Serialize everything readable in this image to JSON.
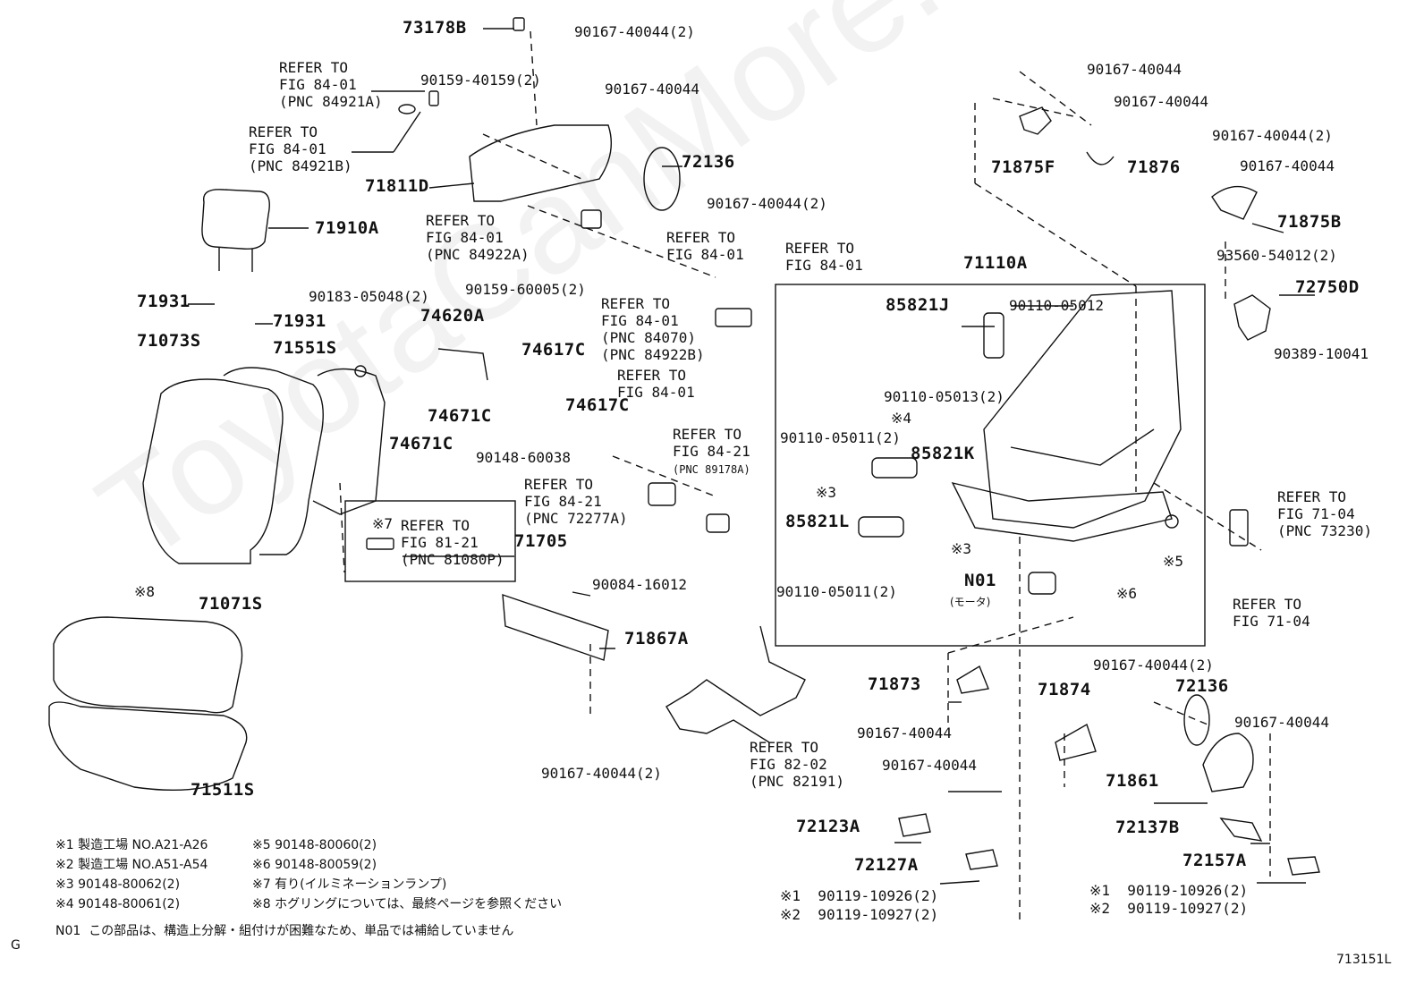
{
  "watermark": "ToyotaCanMore.ru",
  "parts": {
    "p73178B": "73178B",
    "p90167_40044_2_top": "90167-40044(2)",
    "p90159_40159_2": "90159-40159(2)",
    "p90167_40044_a": "90167-40044",
    "p71811D": "71811D",
    "p72136_a": "72136",
    "p90167_40044_2_b": "90167-40044(2)",
    "p71910A": "71910A",
    "p71931_a": "71931",
    "p71931_b": "71931",
    "p71073S": "71073S",
    "p71551S": "71551S",
    "p90183_05048_2": "90183-05048(2)",
    "p90159_60005_2": "90159-60005(2)",
    "p74620A": "74620A",
    "p74617C_a": "74617C",
    "p74617C_b": "74617C",
    "p74671C_a": "74671C",
    "p74671C_b": "74671C",
    "p90148_60038": "90148-60038",
    "p71705": "71705",
    "p71071S": "71071S",
    "p71511S": "71511S",
    "p90084_16012": "90084-16012",
    "p71867A": "71867A",
    "p90167_40044_2_c": "90167-40044(2)",
    "p90167_40044_r1": "90167-40044",
    "p90167_40044_r2": "90167-40044",
    "p90167_40044_2_r3": "90167-40044(2)",
    "p90167_40044_r4": "90167-40044",
    "p71875F": "71875F",
    "p71876": "71876",
    "p71875B": "71875B",
    "p93560_54012_2": "93560-54012(2)",
    "p72750D": "72750D",
    "p90389_10041": "90389-10041",
    "p71110A": "71110A",
    "p85821J": "85821J",
    "p90110_05012": "90110-05012",
    "p90110_05013_2": "90110-05013(2)",
    "p90110_05011_2_a": "90110-05011(2)",
    "p85821K": "85821K",
    "p85821L": "85821L",
    "p90110_05011_2_b": "90110-05011(2)",
    "pN01": "N01",
    "pMotor": "(モータ)",
    "p71873": "71873",
    "p90167_40044_m1": "90167-40044",
    "p90167_40044_m2": "90167-40044",
    "p71874": "71874",
    "p90167_40044_2_d": "90167-40044(2)",
    "p72136_b": "72136",
    "p90167_40044_m3": "90167-40044",
    "p71861": "71861",
    "p72123A": "72123A",
    "p72127A": "72127A",
    "p72137B": "72137B",
    "p72157A": "72157A",
    "s1a": "※1  90119-10926(2)",
    "s2a": "※2  90119-10927(2)",
    "s1b": "※1  90119-10926(2)",
    "s2b": "※2  90119-10927(2)",
    "x4": "※4",
    "x3a": "※3",
    "x3b": "※3",
    "x5": "※5",
    "x6": "※6",
    "x8": "※8",
    "x7": "※7"
  },
  "refs": {
    "r1": "REFER TO\nFIG 84-01\n(PNC 84921A)",
    "r2": "REFER TO\nFIG 84-01\n(PNC 84921B)",
    "r3": "REFER TO\nFIG 84-01\n(PNC 84922A)",
    "r4": "REFER TO\nFIG 84-01",
    "r5": "REFER TO\nFIG 84-01",
    "r6": "REFER TO\nFIG 84-01\n(PNC 84070)\n(PNC 84922B)",
    "r7": "REFER TO\nFIG 84-01",
    "r8a": "REFER TO\nFIG 84-21",
    "r8b": "(PNC 89178A)",
    "r9": "REFER TO\nFIG 84-21\n(PNC 72277A)",
    "r10": "REFER TO\nFIG 81-21\n(PNC 81080P)",
    "r11": "REFER TO\nFIG 82-02\n(PNC 82191)",
    "r12": "REFER TO\nFIG 71-04\n(PNC 73230)",
    "r13": "REFER TO\nFIG 71-04"
  },
  "notes": {
    "n1": "※1 製造工場 NO.A21-A26",
    "n2": "※2 製造工場 NO.A51-A54",
    "n3": "※3 90148-80062(2)",
    "n4": "※4 90148-80061(2)",
    "n5": "※5 90148-80060(2)",
    "n6": "※6 90148-80059(2)",
    "n7": "※7 有り(イルミネーションランプ)",
    "n8": "※8 ホグリングについては、最終ページを参照ください",
    "n01": "N01  この部品は、構造上分解・組付けが困難なため、単品では補給していません",
    "corner": "G",
    "diagram_id": "713151L"
  }
}
